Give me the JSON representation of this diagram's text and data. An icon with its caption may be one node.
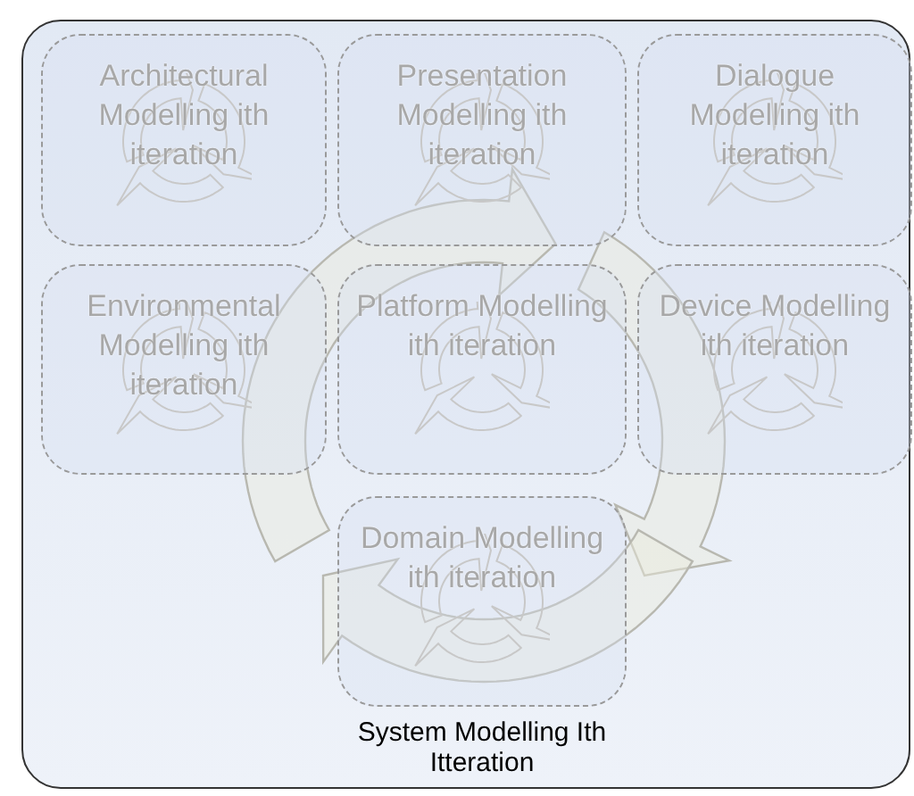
{
  "diagram": {
    "nodes": [
      {
        "text": [
          "System Modelling Ith Itteration"
        ]
      },
      {
        "text": [
          "Architectural Modelling ith iteration"
        ],
        "in": 0
      },
      {
        "text": [
          "Presentation Modelling ith iteration"
        ],
        "in": 0
      },
      {
        "text": [
          "Dialogue Modelling ith iteration"
        ],
        "in": 0
      },
      {
        "text": [
          "Environmental Modelling ith iteration"
        ],
        "in": 0
      },
      {
        "text": [
          "Platform Modelling ith iteration"
        ],
        "in": 0
      },
      {
        "text": [
          "Device Modelling ith iteration"
        ],
        "in": 0
      },
      {
        "text": [
          "Domain Modelling ith iteration"
        ],
        "in": 0
      }
    ]
  }
}
